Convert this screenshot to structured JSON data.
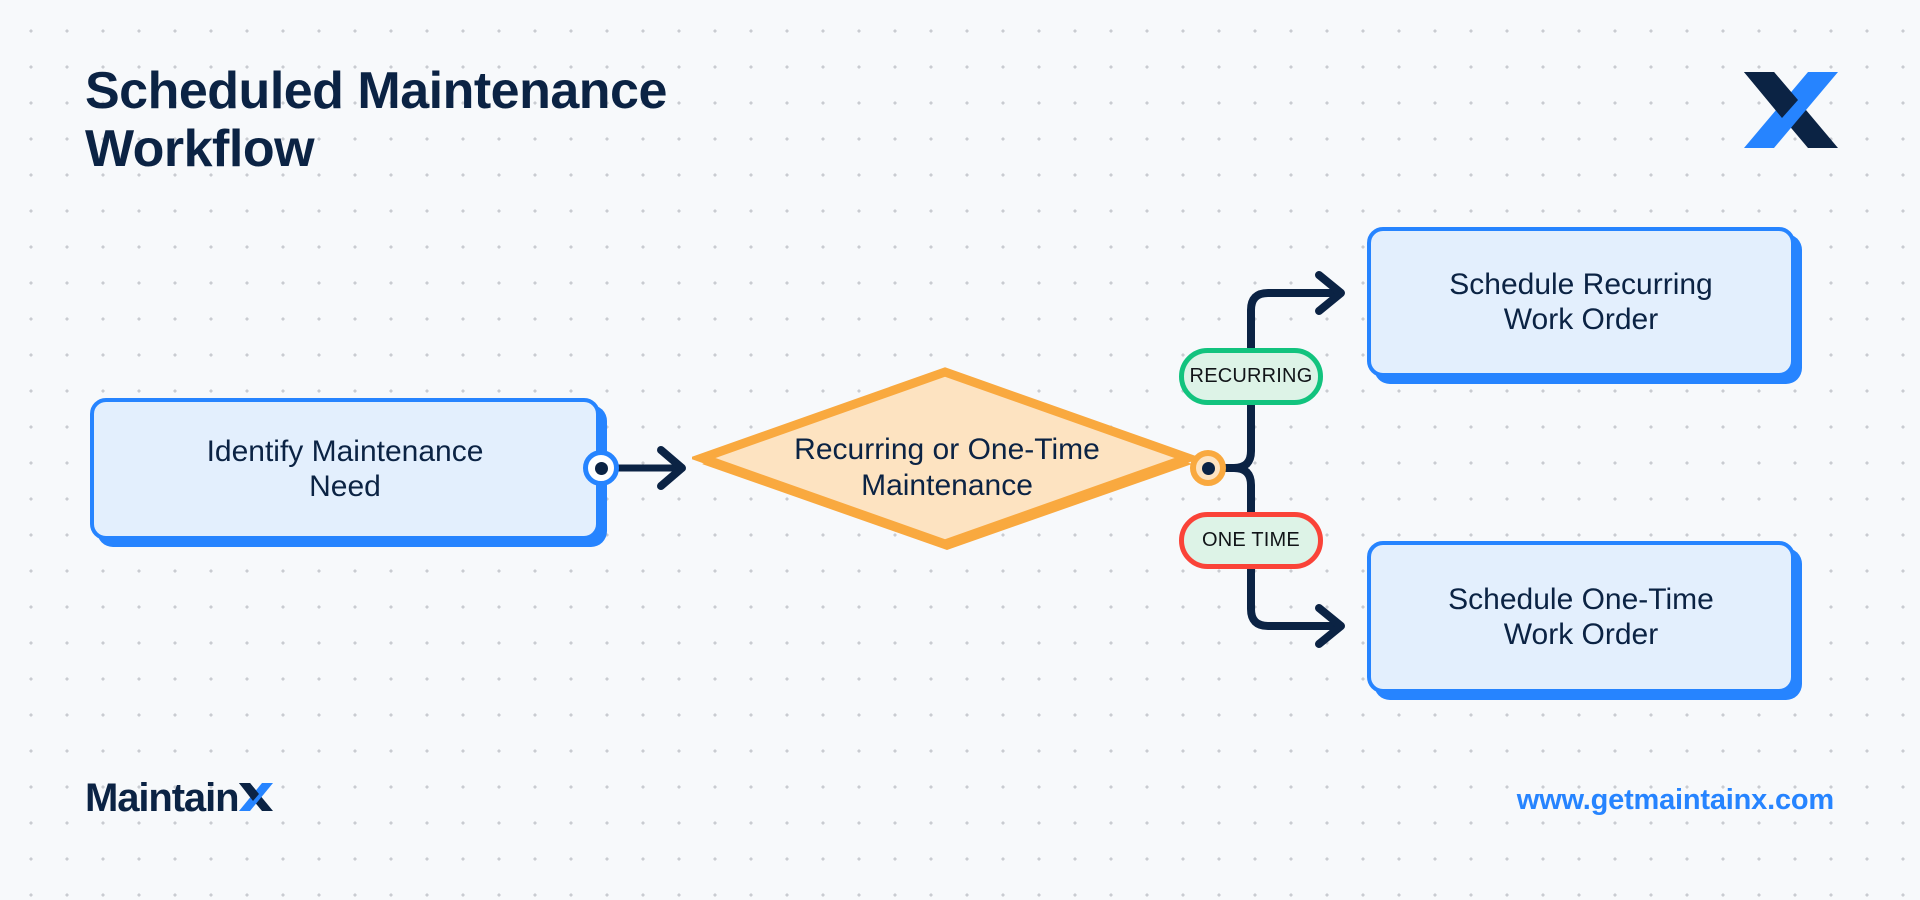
{
  "header": {
    "title": "Scheduled Maintenance\nWorkflow",
    "brand_icon": "maintainx-x-logo-icon"
  },
  "footer": {
    "wordmark_text": "Maintain",
    "wordmark_icon": "maintainx-x-logo-icon",
    "url": "www.getmaintainx.com"
  },
  "colors": {
    "canvas_background": "#f7f9fb",
    "grid_dot": "#c9ccd1",
    "title_navy": "#0b2344",
    "process_fill": "#e3effd",
    "process_border": "#2684ff",
    "decision_fill": "#fde3c1",
    "decision_border": "#f9a93f",
    "branch_fill": "#ddf3e7",
    "branch_recurring_border": "#12c37e",
    "branch_onetime_border": "#fa4338",
    "edge_stroke": "#0b2344",
    "brand_blue": "#2684ff"
  },
  "diagram": {
    "type": "flowchart",
    "nodes": [
      {
        "id": "identify",
        "shape": "process",
        "label": "Identify Maintenance\nNeed"
      },
      {
        "id": "decision",
        "shape": "decision",
        "label": "Recurring or One-Time\nMaintenance"
      },
      {
        "id": "recurring_wo",
        "shape": "process",
        "label": "Schedule Recurring\nWork Order"
      },
      {
        "id": "onetime_wo",
        "shape": "process",
        "label": "Schedule One-Time\nWork Order"
      }
    ],
    "edges": [
      {
        "from": "identify",
        "to": "decision",
        "label": ""
      },
      {
        "from": "decision",
        "to": "recurring_wo",
        "label": "RECURRING"
      },
      {
        "from": "decision",
        "to": "onetime_wo",
        "label": "ONE TIME"
      }
    ],
    "branch_labels": {
      "recurring": "RECURRING",
      "one_time": "ONE TIME"
    }
  }
}
